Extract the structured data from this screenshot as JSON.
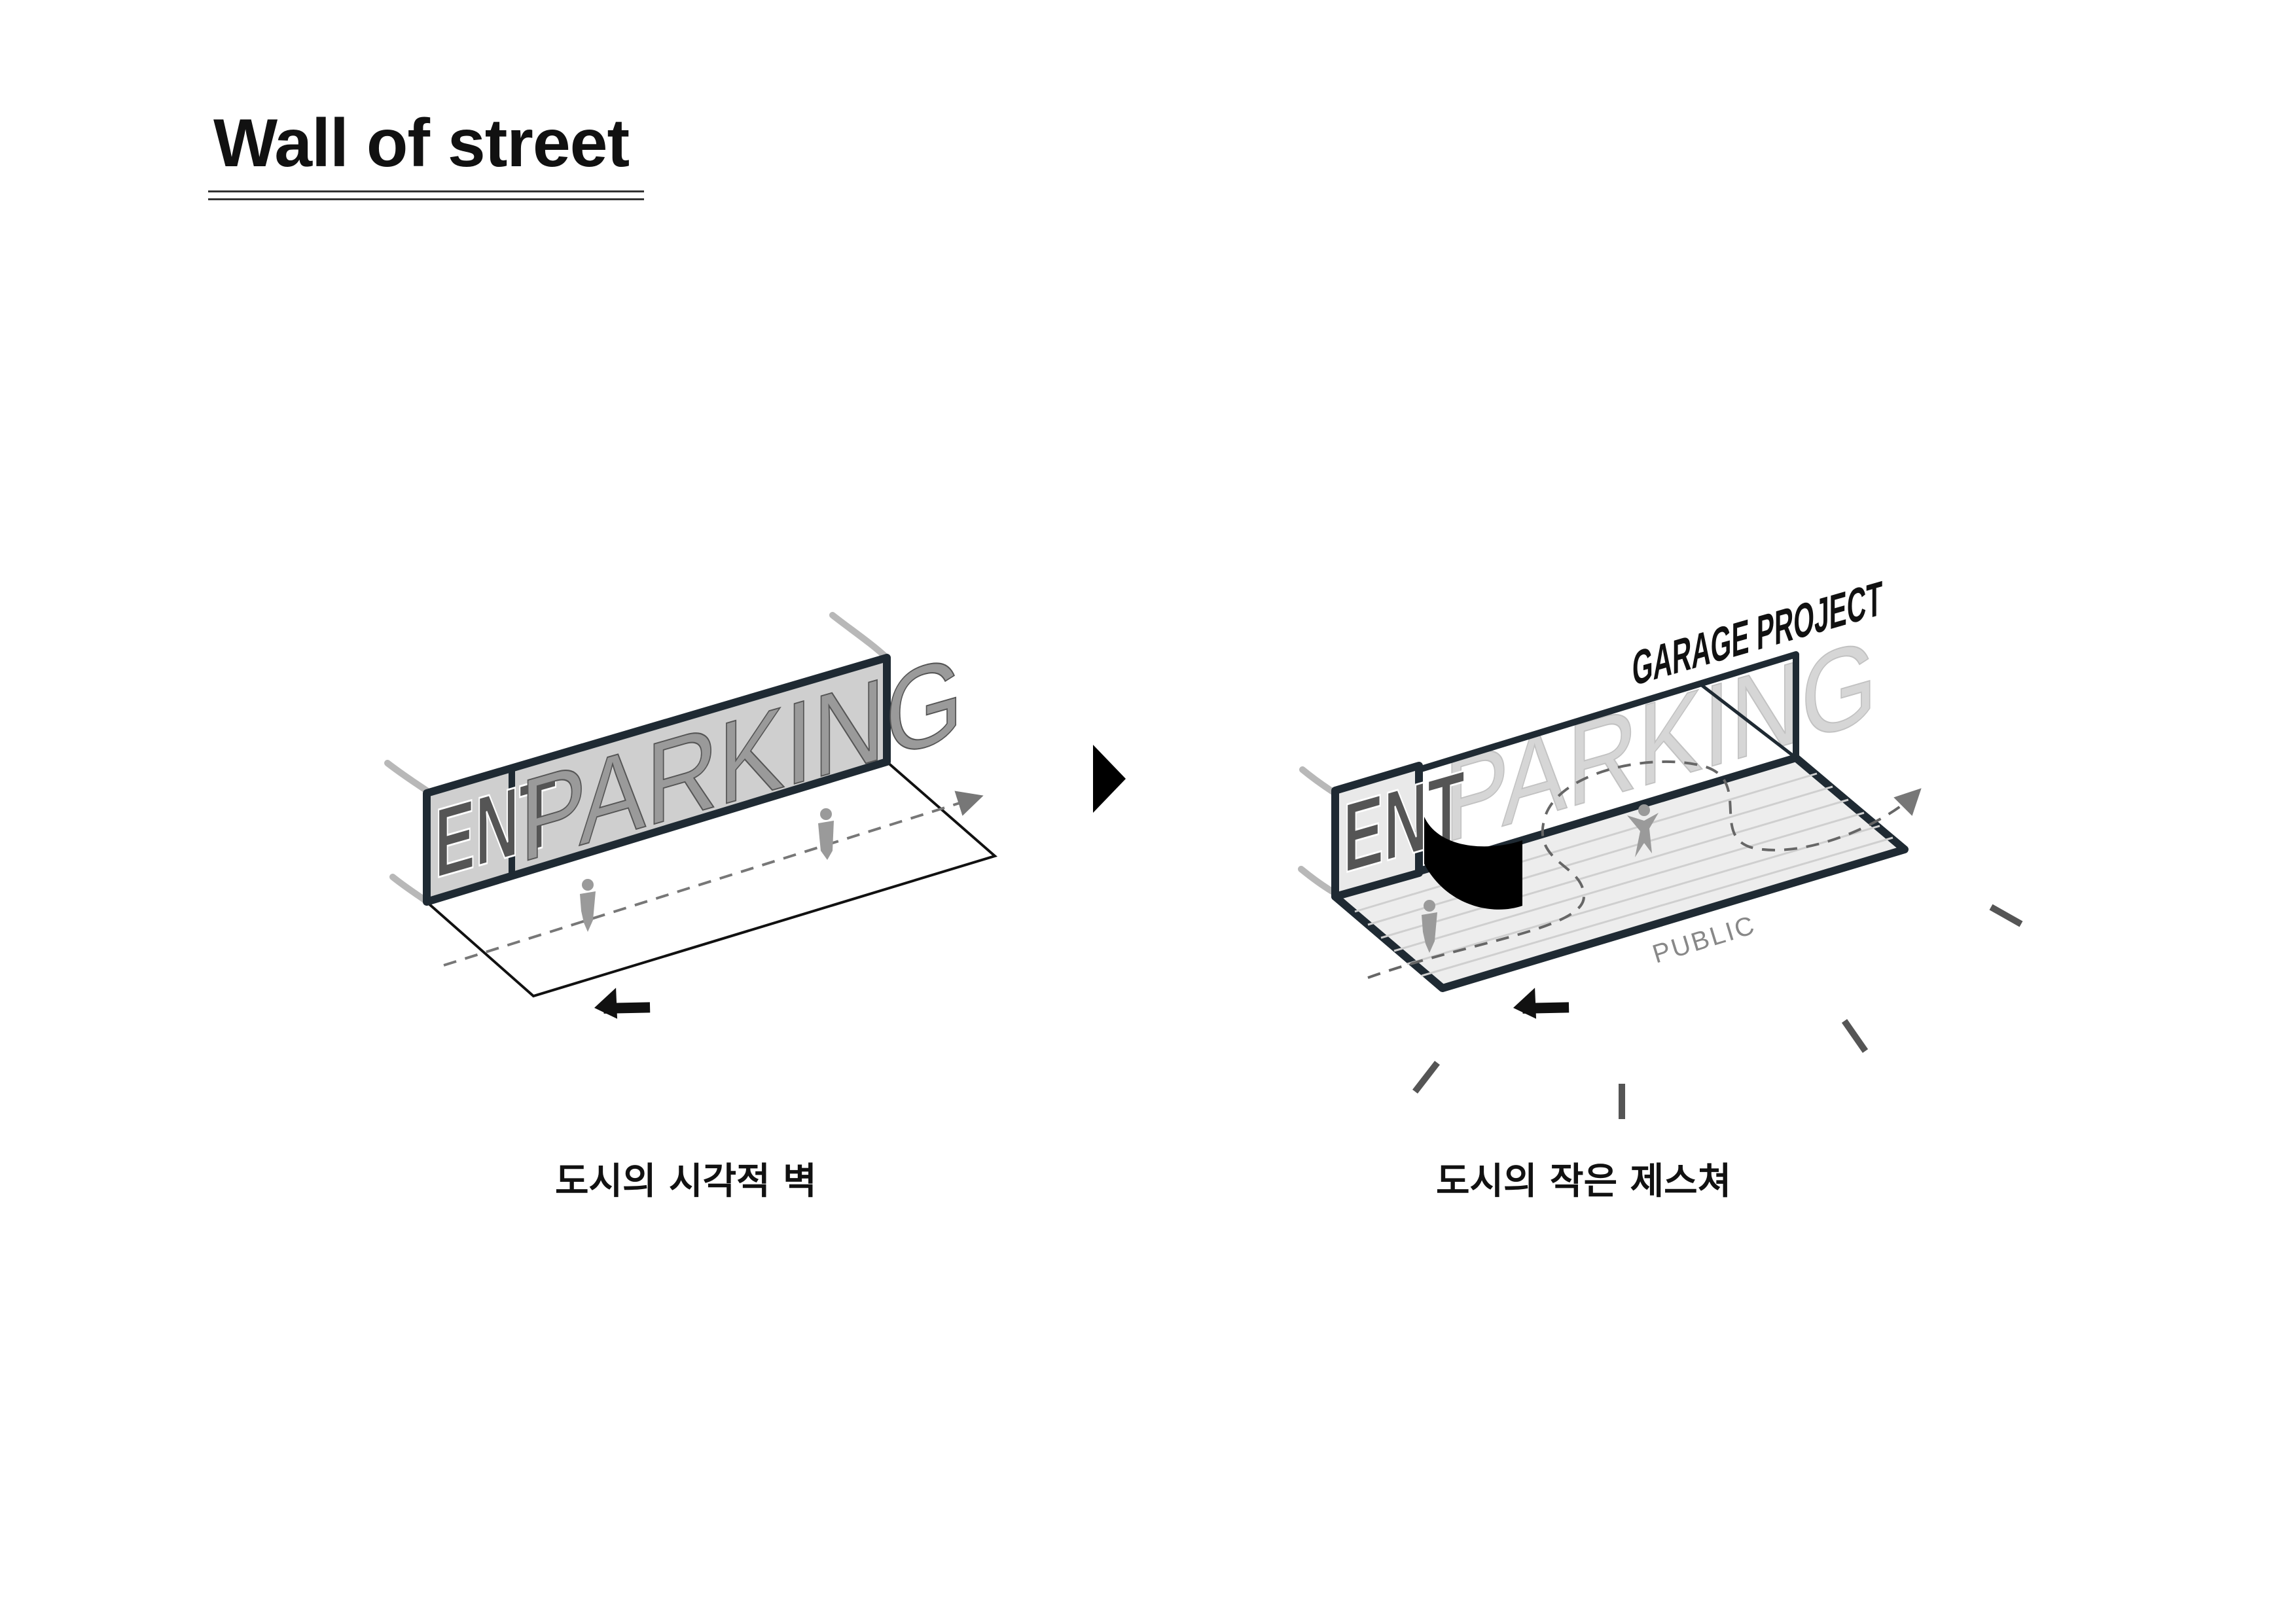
{
  "title": "Wall of street",
  "left_diagram": {
    "sign_ent": "ENT",
    "sign_parking": "PARKING",
    "caption": "도시의 시각적 벽"
  },
  "right_diagram": {
    "sign_ent": "ENT",
    "sign_parking": "PARKING",
    "roof_label": "GARAGE PROJECT",
    "floor_label": "PUBLIC",
    "caption": "도시의 작은 제스쳐"
  },
  "colors": {
    "frame": "#1f2a33",
    "sign_fill": "#cccccc",
    "ink": "#111111",
    "ghost": "#9a9a9a",
    "ghost_text": "#c8c8c8",
    "dashed": "#777777"
  },
  "icons": {
    "transition": "triangle-right-icon",
    "view": "arrow-up-left-icon",
    "pedestrian": "person-icon"
  }
}
